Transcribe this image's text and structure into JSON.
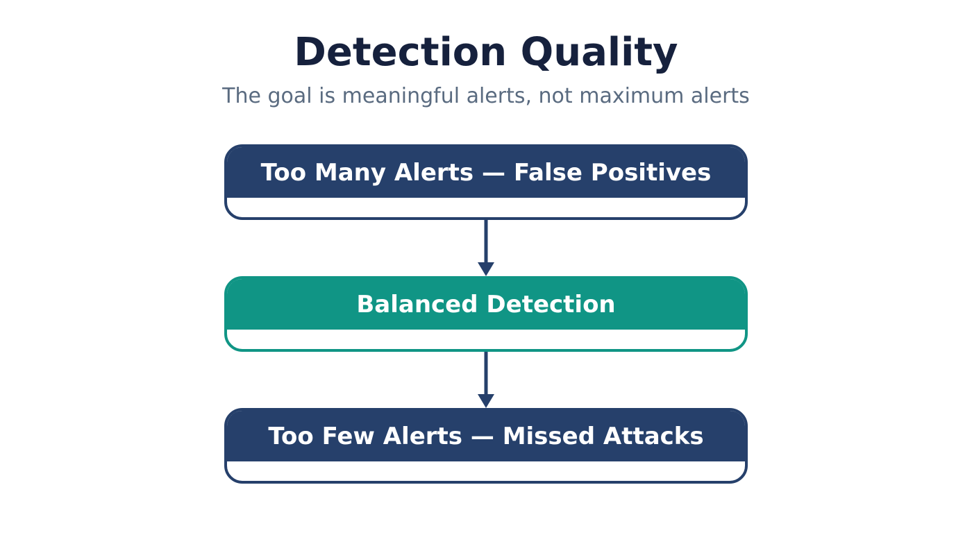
{
  "header": {
    "title": "Detection Quality",
    "subtitle": "The goal is meaningful alerts, not maximum alerts"
  },
  "flow": {
    "nodes": [
      {
        "label": "Too Many Alerts — False Positives",
        "color": "#26406b"
      },
      {
        "label": "Balanced Detection",
        "color": "#109585"
      },
      {
        "label": "Too Few Alerts — Missed Attacks",
        "color": "#26406b"
      }
    ],
    "arrow_color": "#26406b"
  }
}
